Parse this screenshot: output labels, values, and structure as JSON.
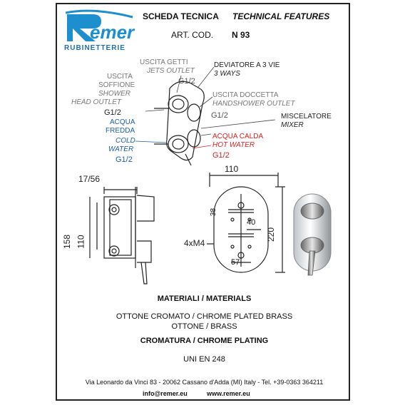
{
  "brand": {
    "name": "Remer",
    "subtitle": "RUBINETTERIE",
    "color": "#1d8fcf"
  },
  "header": {
    "title_it": "SCHEDA TECNICA",
    "title_en": "TECHNICAL FEATURES",
    "art_label": "ART. COD.",
    "art_code": "N 93"
  },
  "labels": {
    "jets_it": "USCITA GETTI",
    "jets_en": "JETS OUTLET",
    "jets_thread": "G1/2",
    "diverter_it": "DEVIATORE A 3 VIE",
    "diverter_en": "3 WAYS",
    "shower_it1": "USCITA",
    "shower_it2": "SOFFIONE",
    "shower_en1": "SHOWER",
    "shower_en2": "HEAD OUTLET",
    "shower_thread": "G1/2",
    "hand_it": "USCITA DOCCETTA",
    "hand_en": "HANDSHOWER OUTLET",
    "hand_thread": "G1/2",
    "mixer_it": "MISCELATORE",
    "mixer_en": "MIXER",
    "cold_it1": "ACQUA",
    "cold_it2": "FREDDA",
    "cold_en1": "COLD",
    "cold_en2": "WATER",
    "cold_thread": "G1/2",
    "hot_it": "ACQUA CALDA",
    "hot_en": "HOT WATER",
    "hot_thread": "G1/2",
    "cold_color": "#1d5fa8",
    "hot_color": "#dd2222"
  },
  "dimensions": {
    "side_top": "17/56",
    "side_h1": "158",
    "side_h2": "110",
    "front_w": "110",
    "front_h": "220",
    "front_38": "38",
    "front_40": "40",
    "front_57": "57",
    "screws": "4xM4"
  },
  "materials": {
    "heading": "MATERIALI / MATERIALS",
    "line1": "OTTONE CROMATO / CHROME PLATED BRASS",
    "line2": "OTTONE / BRASS",
    "plating_heading": "CROMATURA / CHROME PLATING",
    "standard": "UNI EN 248"
  },
  "footer": {
    "address": "Via Leonardo da Vinci 83 - 20062 Cassano d'Adda (MI) Italy - Tel. +39-0363 364211",
    "email": "info@remer.eu",
    "website": "www.remer.eu"
  }
}
